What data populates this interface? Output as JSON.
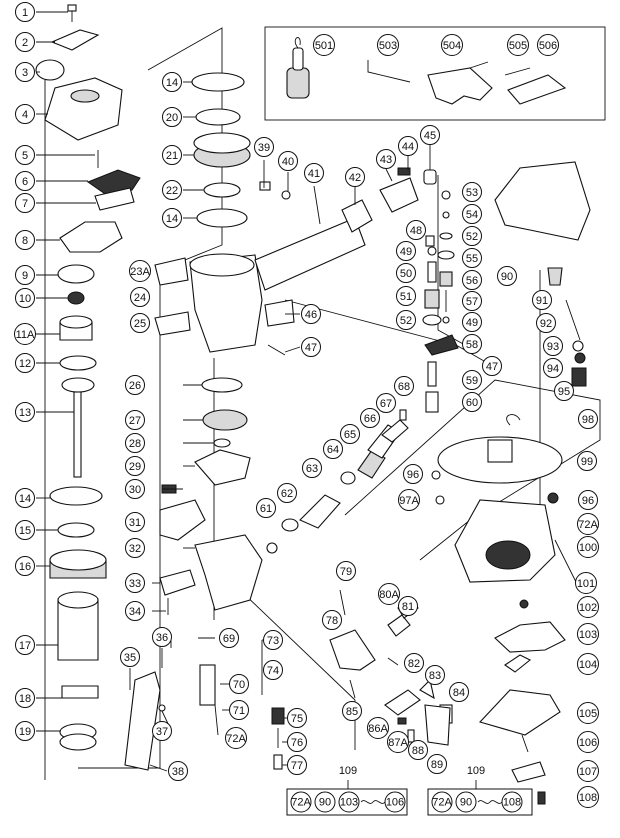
{
  "parts": {
    "p1": "1",
    "p2": "2",
    "p3": "3",
    "p4": "4",
    "p5": "5",
    "p6": "6",
    "p7": "7",
    "p8": "8",
    "p9": "9",
    "p10": "10",
    "p11a": "11A",
    "p12": "12",
    "p13": "13",
    "p14a": "14",
    "p15": "15",
    "p16": "16",
    "p17": "17",
    "p18": "18",
    "p19": "19",
    "p14b": "14",
    "p20": "20",
    "p21": "21",
    "p22": "22",
    "p14c": "14",
    "p23a": "23A",
    "p24": "24",
    "p25": "25",
    "p26": "26",
    "p27": "27",
    "p28": "28",
    "p29": "29",
    "p30": "30",
    "p31": "31",
    "p32": "32",
    "p33": "33",
    "p34": "34",
    "p35": "35",
    "p36": "36",
    "p37": "37",
    "p38": "38",
    "p39": "39",
    "p40": "40",
    "p41": "41",
    "p42": "42",
    "p43": "43",
    "p44": "44",
    "p45": "45",
    "p46": "46",
    "p47a": "47",
    "p47b": "47",
    "p48": "48",
    "p49a": "49",
    "p50": "50",
    "p51": "51",
    "p52a": "52",
    "p53": "53",
    "p54": "54",
    "p52b": "52",
    "p55": "55",
    "p56": "56",
    "p57": "57",
    "p49b": "49",
    "p58": "58",
    "p59": "59",
    "p60": "60",
    "p61": "61",
    "p62": "62",
    "p63": "63",
    "p64": "64",
    "p65": "65",
    "p66": "66",
    "p67": "67",
    "p68": "68",
    "p69": "69",
    "p70": "70",
    "p71": "71",
    "p72a1": "72A",
    "p73": "73",
    "p74": "74",
    "p75": "75",
    "p76": "76",
    "p77": "77",
    "p78": "78",
    "p79": "79",
    "p80a": "80A",
    "p81": "81",
    "p82": "82",
    "p83": "83",
    "p84": "84",
    "p85": "85",
    "p86a": "86A",
    "p87a": "87A",
    "p88": "88",
    "p89": "89",
    "p90": "90",
    "p91": "91",
    "p92": "92",
    "p93": "93",
    "p94": "94",
    "p95": "95",
    "p96a": "96",
    "p96b": "96",
    "p97a": "97A",
    "p98": "98",
    "p99": "99",
    "p100": "100",
    "p101": "101",
    "p102": "102",
    "p103": "103",
    "p104": "104",
    "p105": "105",
    "p106": "106",
    "p107": "107",
    "p108": "108",
    "p72a2": "72A"
  },
  "accessories": {
    "a501": "501",
    "a503": "503",
    "a504": "504",
    "a505": "505",
    "a506": "506"
  },
  "kits": {
    "k109a": "109",
    "k109b": "109",
    "s1_72a": "72A",
    "s1_90": "90",
    "s1_103": "103",
    "s1_106": "106",
    "s2_72a": "72A",
    "s2_90": "90",
    "s2_108": "108"
  }
}
